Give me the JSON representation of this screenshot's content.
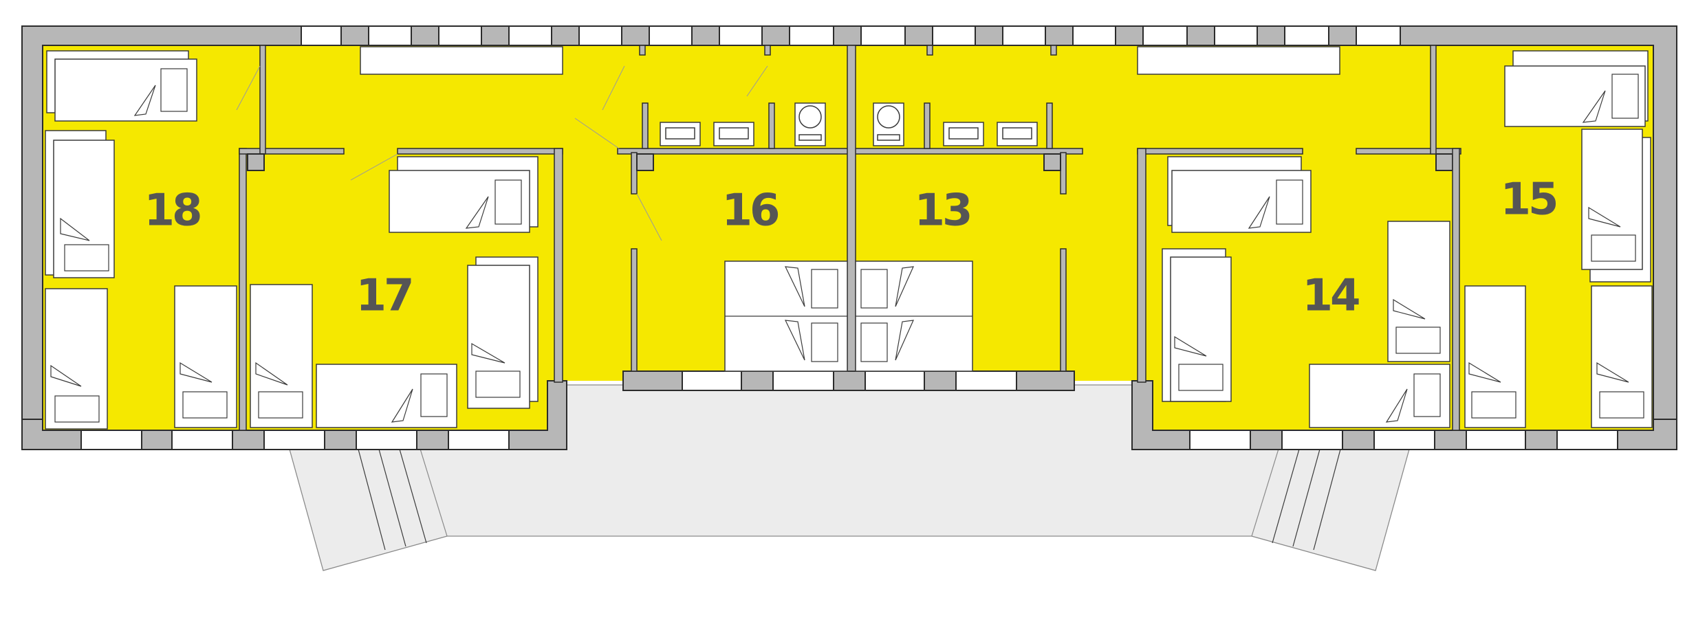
{
  "plan": {
    "rooms": [
      {
        "id": "room-18",
        "label": "18"
      },
      {
        "id": "room-17",
        "label": "17"
      },
      {
        "id": "room-16",
        "label": "16"
      },
      {
        "id": "room-13",
        "label": "13"
      },
      {
        "id": "room-14",
        "label": "14"
      },
      {
        "id": "room-15",
        "label": "15"
      }
    ],
    "colors": {
      "room_fill": "#f5e800",
      "wall_fill": "#b7b7b7",
      "wall_stroke": "#2b2b2b",
      "terrace_fill": "#ececec",
      "furniture_fill": "#ffffff",
      "label_color": "#555555"
    }
  }
}
